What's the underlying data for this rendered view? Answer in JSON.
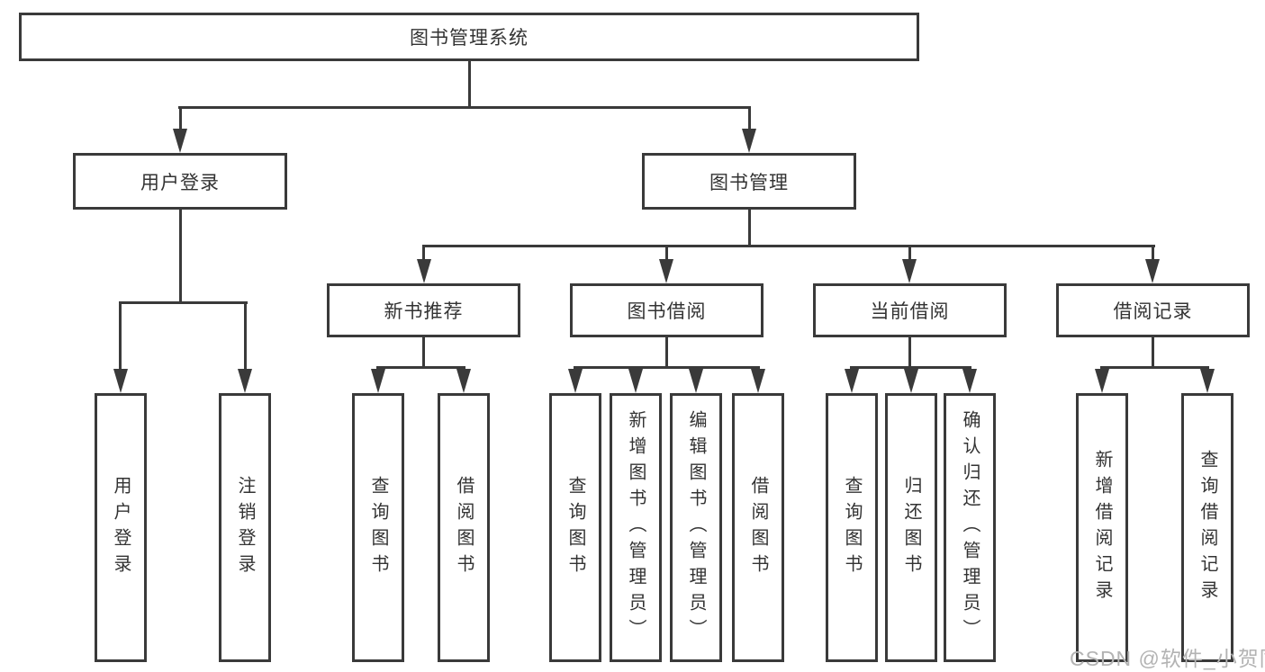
{
  "diagram": {
    "root": {
      "label": "图书管理系统"
    },
    "branches": [
      {
        "label": "用户登录",
        "children": [
          {
            "label": "用户登录"
          },
          {
            "label": "注销登录"
          }
        ]
      },
      {
        "label": "图书管理",
        "children": [
          {
            "label": "新书推荐",
            "children": [
              {
                "label": "查询图书"
              },
              {
                "label": "借阅图书"
              }
            ]
          },
          {
            "label": "图书借阅",
            "children": [
              {
                "label": "查询图书"
              },
              {
                "label": "新增图书（管理员）"
              },
              {
                "label": "编辑图书（管理员）"
              },
              {
                "label": "借阅图书"
              }
            ]
          },
          {
            "label": "当前借阅",
            "children": [
              {
                "label": "查询图书"
              },
              {
                "label": "归还图书"
              },
              {
                "label": "确认归还（管理员）"
              }
            ]
          },
          {
            "label": "借阅记录",
            "children": [
              {
                "label": "新增借阅记录"
              },
              {
                "label": "查询借阅记录"
              }
            ]
          }
        ]
      }
    ]
  },
  "watermark": {
    "text": "CSDN @软件_小贺同学"
  },
  "colors": {
    "background": "#ffffff",
    "line": "#3a3a3a",
    "text": "#333333",
    "watermark": "#b3b3b3"
  }
}
